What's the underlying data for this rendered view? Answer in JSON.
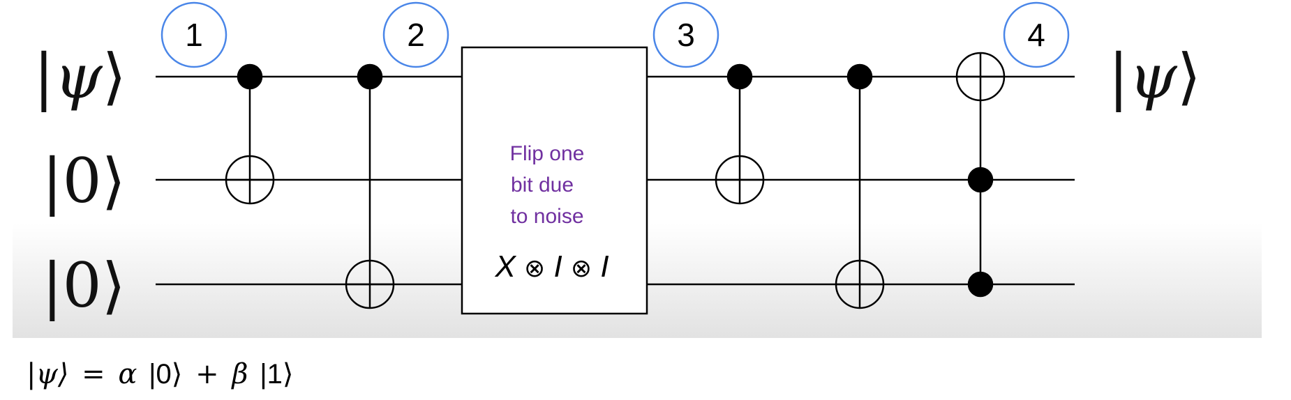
{
  "inputs": [
    {
      "prefix": "|",
      "symbol": "ψ",
      "suffix": "⟩",
      "italic": true
    },
    {
      "prefix": "|",
      "symbol": "0",
      "suffix": "⟩",
      "italic": false
    },
    {
      "prefix": "|",
      "symbol": "0",
      "suffix": "⟩",
      "italic": false
    }
  ],
  "output": {
    "prefix": "|",
    "symbol": "ψ",
    "suffix": "⟩"
  },
  "steps": [
    "1",
    "2",
    "3",
    "4"
  ],
  "noise_box": {
    "lines": [
      "Flip one",
      "bit due",
      "to noise"
    ],
    "operator": {
      "a": "X",
      "otimes": "⊗",
      "b": "I",
      "c": "I"
    }
  },
  "formula": {
    "lhs": "|ψ⟩",
    "eq": "=",
    "alpha": "α",
    "ket0": "|0⟩",
    "plus": "+",
    "beta": "β",
    "ket1": "|1⟩"
  },
  "colors": {
    "step_circle": "#4a86e8",
    "noise_text": "#7030a0",
    "wire": "#000000",
    "bottom_band": "#e8e8e8"
  }
}
